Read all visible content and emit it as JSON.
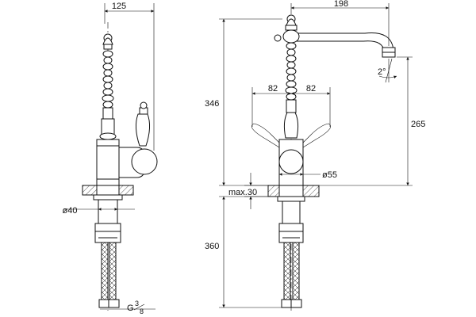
{
  "dimensions": {
    "left_width": "125",
    "left_base_diameter": "ø40",
    "left_thread": "G",
    "right_reach": "198",
    "right_angle": "2°",
    "right_handle_left": "82",
    "right_handle_right": "82",
    "right_total_height": "346",
    "right_spout_height": "265",
    "right_body_diameter": "ø55",
    "right_deck_thickness": "max.30",
    "right_hose_length": "360"
  },
  "thread_fraction": {
    "numerator": "3",
    "denominator": "8"
  }
}
